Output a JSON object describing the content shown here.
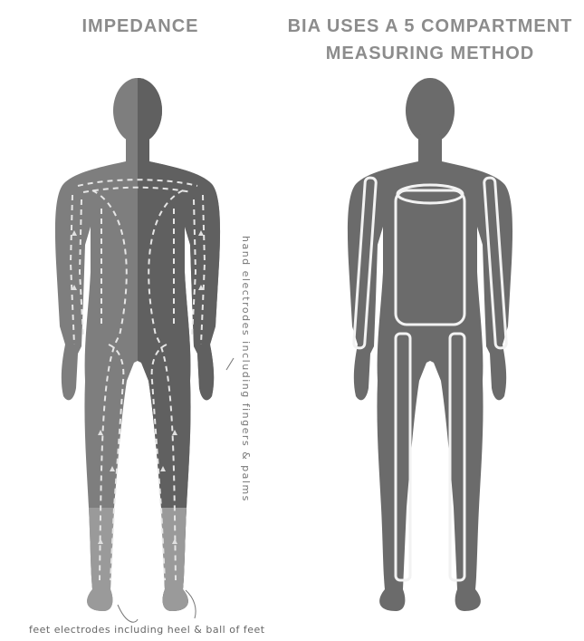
{
  "left_panel": {
    "title": "IMPEDANCE",
    "hand_label": "hand electrodes including fingers & palms",
    "feet_label": "feet electrodes including heel & ball of feet"
  },
  "right_panel": {
    "title_line1": "BIA USES A 5 COMPARTMENT",
    "title_line2": "MEASURING METHOD"
  },
  "colors": {
    "body_dark": "#6b6b6b",
    "body_mid": "#7e7e7e",
    "title_gray": "#8c8c8c",
    "compartment_stroke": "#f2f2f2"
  }
}
